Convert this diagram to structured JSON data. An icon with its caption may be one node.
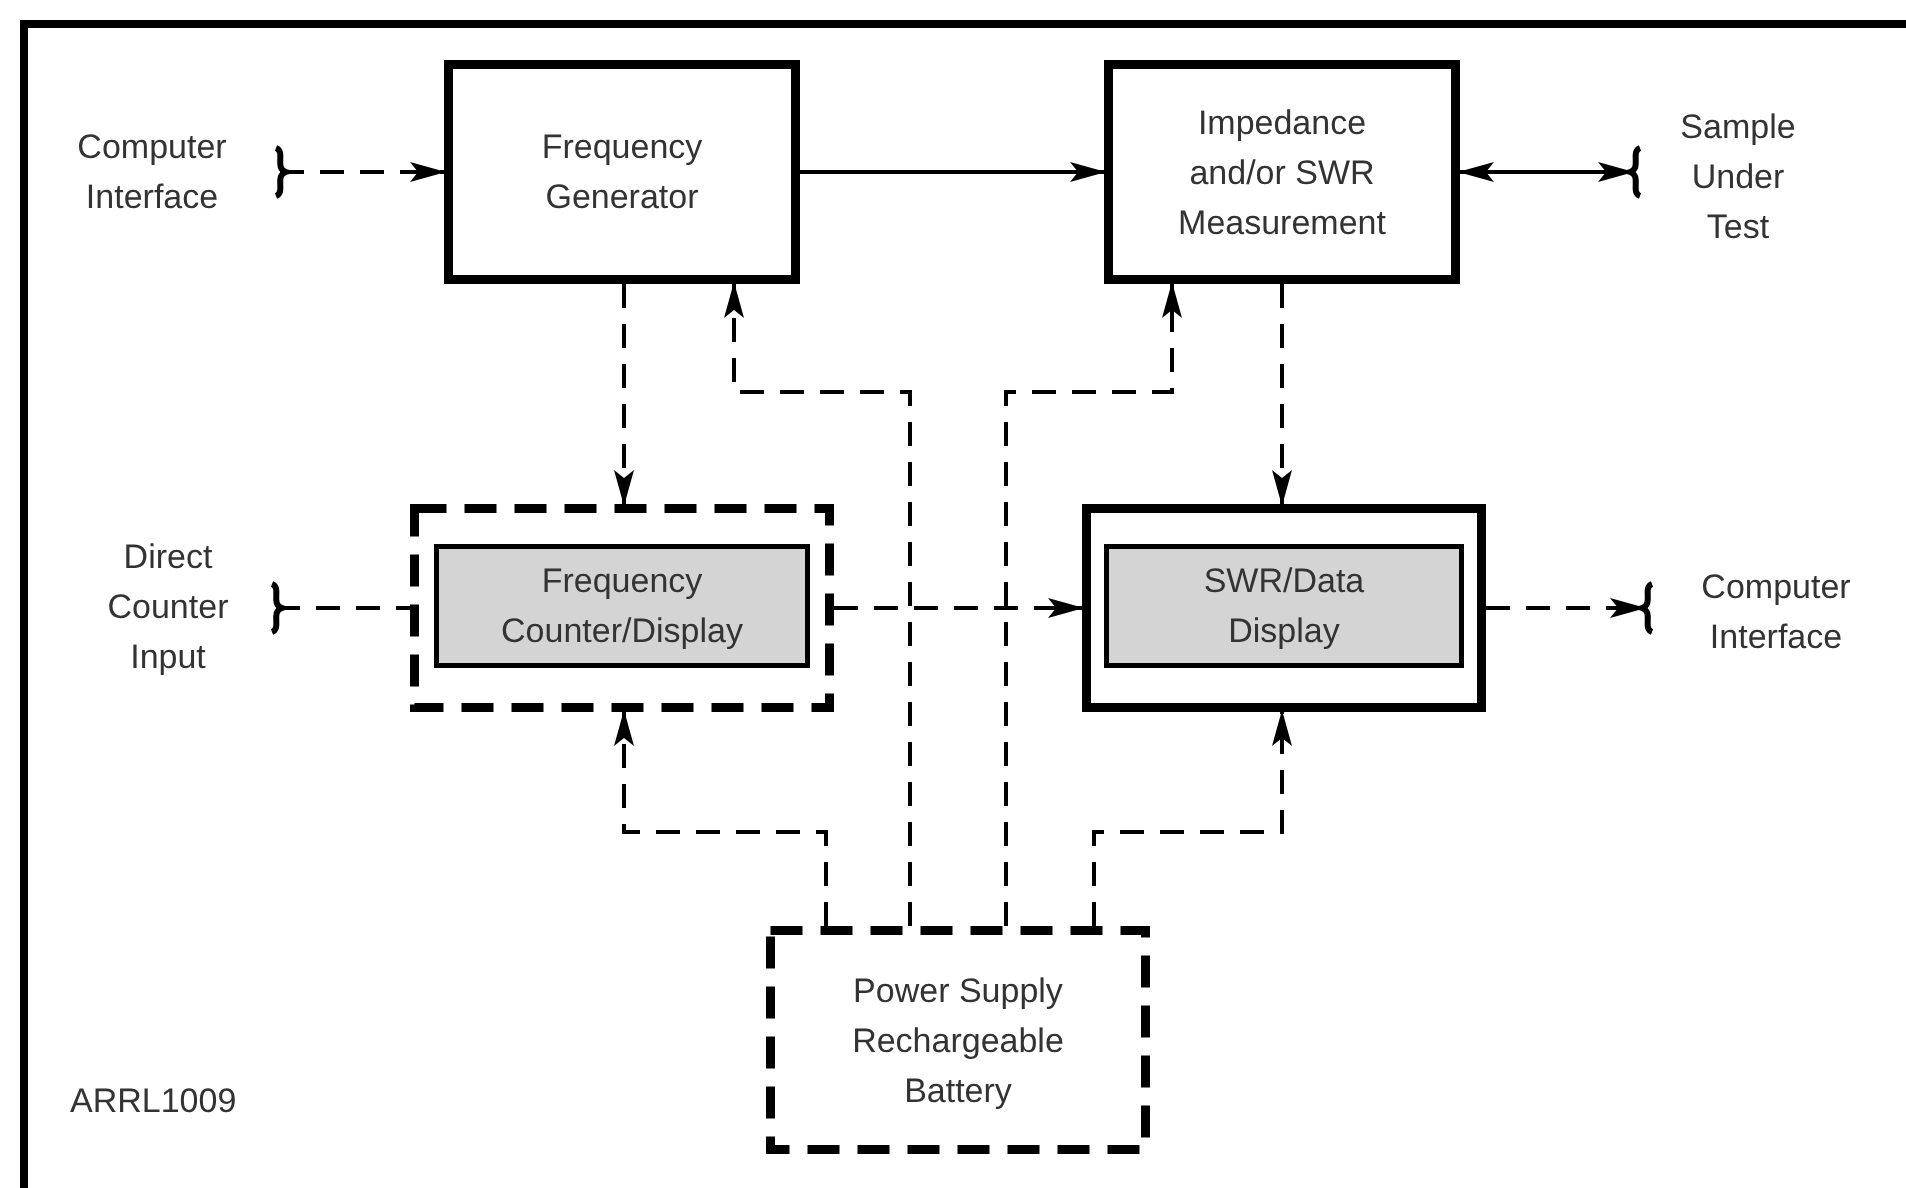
{
  "diagram": {
    "nodes": [
      {
        "text": [
          "Computer Interface"
        ]
      },
      {
        "text": [
          "Frequency Generator"
        ]
      },
      {
        "text": [
          "Impedance and/or SWR Measurement"
        ]
      },
      {
        "text": [
          "Sample Under Test"
        ]
      },
      {
        "text": [
          "Direct Counter Input"
        ]
      },
      {
        "text": [],
        "shape": "box"
      },
      {
        "text": [
          "Frequency Counter/Display"
        ],
        "in": 5
      },
      {
        "text": [],
        "shape": "box"
      },
      {
        "text": [
          "SWR/Data Display"
        ],
        "in": 7
      },
      {
        "text": [
          "Computer Interface"
        ]
      },
      {
        "text": [
          "Power Supply Rechargeable Battery"
        ]
      }
    ],
    "edges": [
      {
        "from": 0,
        "to": 1,
        "arrow": "to",
        "style": "dashed"
      },
      {
        "from": 1,
        "to": 2,
        "arrow": "to"
      },
      {
        "from": 2,
        "to": 3,
        "arrow": "both"
      },
      {
        "from": 1,
        "to": 5,
        "arrow": "to",
        "style": "dashed"
      },
      {
        "from": 10,
        "to": 1,
        "arrow": "to",
        "style": "dashed"
      },
      {
        "from": 2,
        "to": 7,
        "arrow": "to",
        "style": "dashed"
      },
      {
        "from": 10,
        "to": 2,
        "arrow": "to",
        "style": "dashed"
      },
      {
        "from": 4,
        "to": 5,
        "arrow": "none",
        "style": "dashed"
      },
      {
        "from": 5,
        "to": 7,
        "arrow": "to",
        "style": "dashed"
      },
      {
        "from": 7,
        "to": 9,
        "arrow": "to",
        "style": "dashed"
      },
      {
        "from": 10,
        "to": 5,
        "arrow": "to",
        "style": "dashed"
      },
      {
        "from": 10,
        "to": 7,
        "arrow": "to",
        "style": "dashed"
      }
    ],
    "labels": [
      "ARRL1009"
    ]
  }
}
